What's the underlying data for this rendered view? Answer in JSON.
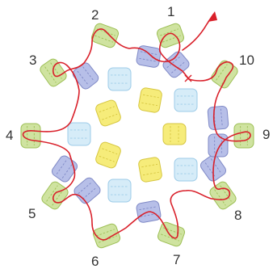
{
  "labels": {
    "l1": "1",
    "l2": "2",
    "l3": "3",
    "l4": "4",
    "l5": "5",
    "l6": "6",
    "l7": "7",
    "l8": "8",
    "l9": "9",
    "l10": "10"
  },
  "colors": {
    "green_fill": "#cfe3a0",
    "green_stroke": "#9dbf55",
    "purple_fill": "#b7bfe8",
    "purple_stroke": "#7f89c6",
    "blue_fill": "#d6ecf8",
    "blue_stroke": "#9ccbe8",
    "yellow_fill": "#f6ec7a",
    "yellow_stroke": "#d6c640",
    "thread": "#d9202a"
  }
}
